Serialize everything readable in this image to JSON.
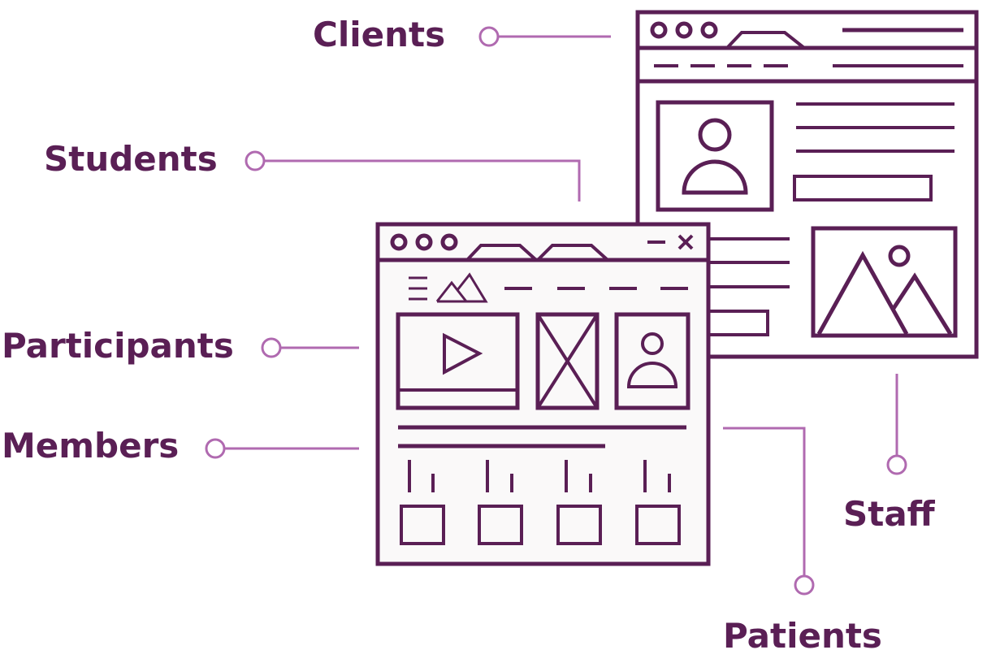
{
  "labels": {
    "clients": "Clients",
    "students": "Students",
    "participants": "Participants",
    "members": "Members",
    "staff": "Staff",
    "patients": "Patients"
  },
  "colors": {
    "text": "#5a1f55",
    "outline": "#5a1f55",
    "connector": "#b06ab0",
    "window_fill": "#faf9f9",
    "background": "#ffffff"
  },
  "icons": {
    "play": "play-icon",
    "person": "person-icon",
    "mountains": "mountain-image-icon",
    "placeholder": "image-placeholder-icon",
    "menu": "hamburger-menu-icon",
    "close": "close-icon",
    "minimize": "minimize-icon"
  }
}
